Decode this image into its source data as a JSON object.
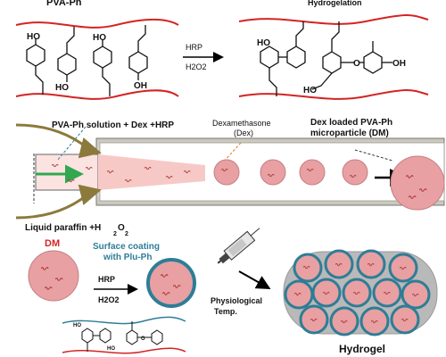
{
  "top": {
    "left_title": "PVA-Ph",
    "right_title": "Hydrogelation",
    "reagent_top": "HRP",
    "reagent_bottom": "H2O2",
    "oh": "HO",
    "oh_right": "OH",
    "oxygen": "O"
  },
  "middle": {
    "pva_solution": "PVA-Ph solution +  Dex +HRP",
    "dexamethasone": "Dexamethasone",
    "dex_abbrev": "(Dex)",
    "dex_loaded": "Dex loaded PVA-Ph",
    "microparticle": "microparticle (DM)",
    "liquid_paraffin": "Liquid paraffin +H",
    "sub_2": "2",
    "o_letter": "O",
    "sub_2b": "2"
  },
  "bottom": {
    "dm": "DM",
    "surface_coating": "Surface coating",
    "with_plu": "with Plu-Ph",
    "hrp": "HRP",
    "h2o2": "H2O2",
    "physiological": "Physiological",
    "temp": "Temp.",
    "hydrogel": "Hydrogel"
  },
  "colors": {
    "red_chain": "#d42424",
    "teal": "#2e7d96",
    "particle_fill": "#e8a0a3",
    "tube_fill": "#fbe3e1",
    "olive_arrow": "#8c7a3c",
    "green_arrow": "#2fa84f",
    "dex_squiggle": "#b03a3a"
  }
}
